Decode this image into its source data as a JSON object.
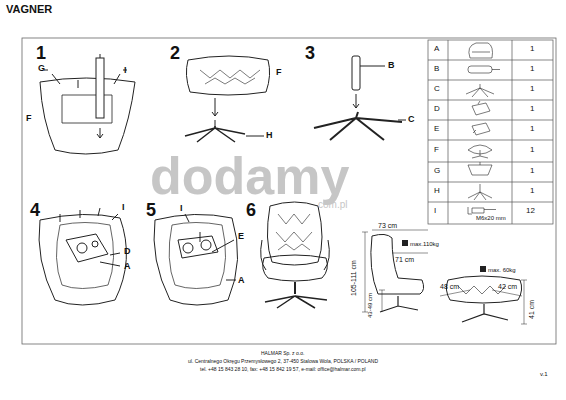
{
  "diagram": {
    "title": "VAGNER",
    "labels": [
      "1",
      "G",
      "I",
      "F",
      "2",
      "F",
      "H",
      "3",
      "B",
      "C",
      "4",
      "I",
      "D",
      "A",
      "5",
      "I",
      "E",
      "A",
      "6",
      "A",
      "1",
      "B",
      "1",
      "C",
      "1",
      "D",
      "1",
      "E",
      "1",
      "F",
      "1",
      "G",
      "1",
      "H",
      "1",
      "I",
      "12",
      "M6x20 mm",
      "73 cm",
      "max.110kg",
      "71 cm",
      "105-111 cm",
      "43-49 cm",
      "max. 60kg",
      "48 cm",
      "42 cm",
      "41 cm",
      "dodamy",
      "com.pl",
      "HALMAR Sp. z o.o.",
      "ul. Centralnego Okręgu Przemysłowego 2, 37-450 Stalowa Wola, POLSKA / POLAND",
      "tel. +48 15 843 28 10, fax: +48 15 842 19 57, e-mail: office@halmar.com.pl",
      "v.1"
    ]
  }
}
